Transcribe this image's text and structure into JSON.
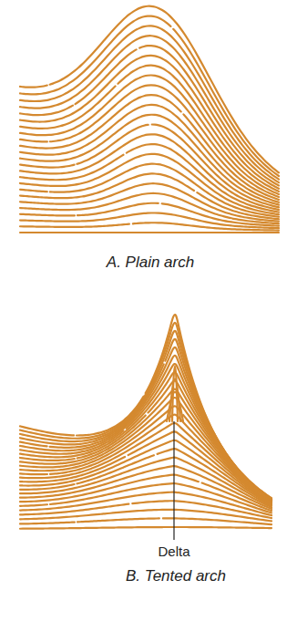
{
  "diagram": {
    "labels": [
      "A. Plain arch",
      "Delta",
      "B. Tented arch"
    ]
  }
}
